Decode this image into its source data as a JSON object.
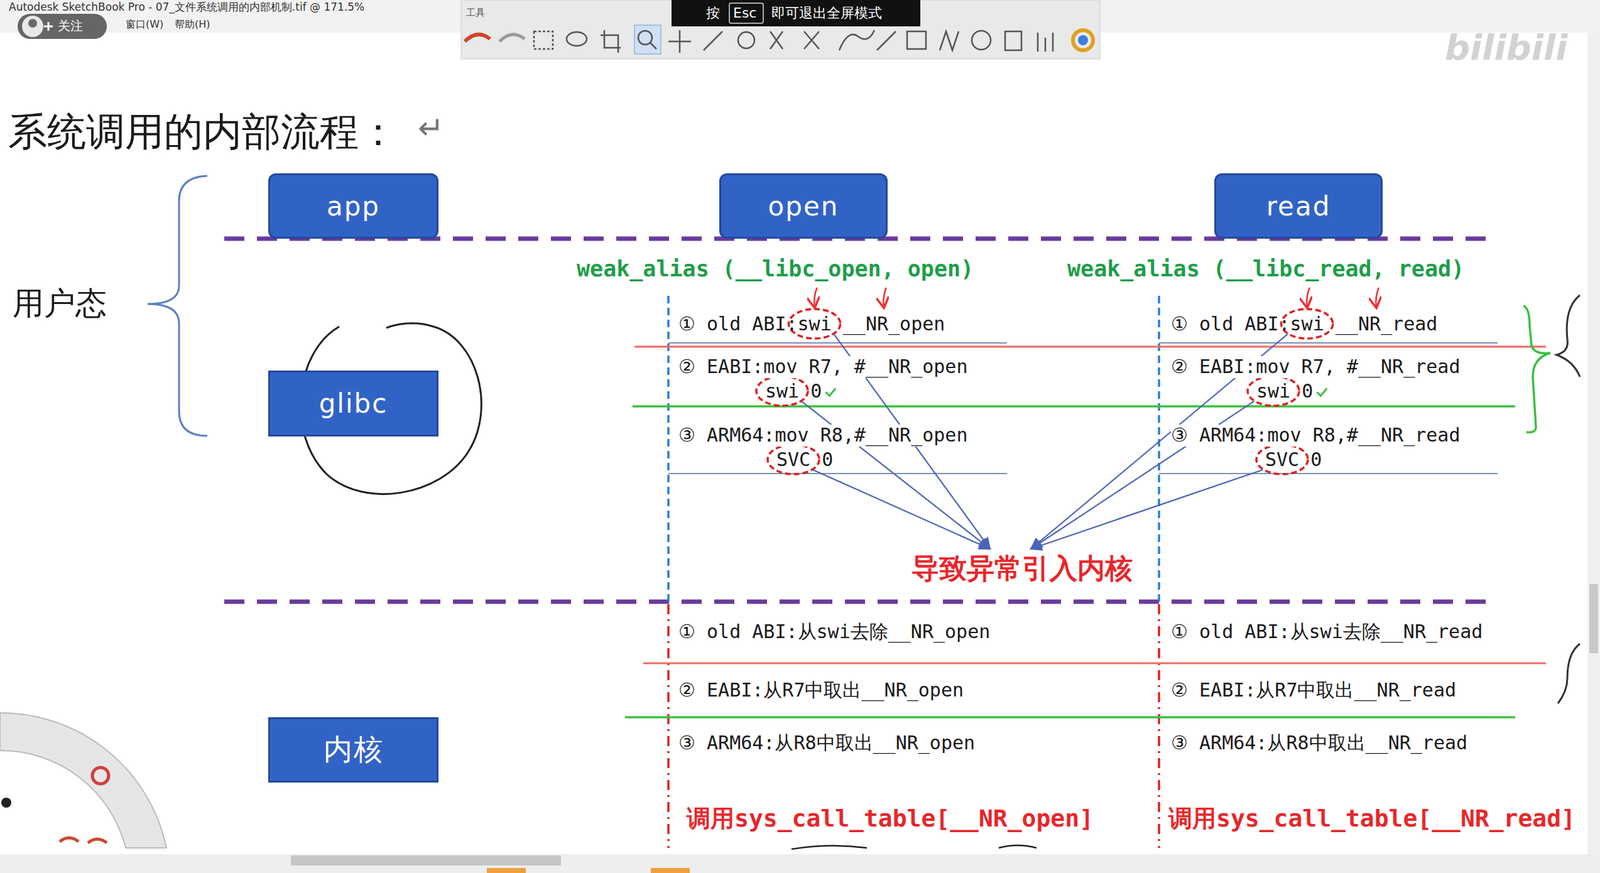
{
  "diagram": {
    "title": "系统调用的内部流程：",
    "nodes": [
      {
        "text": [
          "app"
        ]
      },
      {
        "text": [
          "open"
        ]
      },
      {
        "text": [
          "read"
        ]
      },
      {
        "text": [
          "glibc"
        ]
      },
      {
        "text": [
          "内核"
        ]
      }
    ],
    "labels": [
      "Autodesk SketchBook Pro - 07_文件系统调用的内部机制.tif @ 171.5%",
      "关注",
      "窗口(W)",
      "帮助(H)",
      "工具",
      "按",
      "Esc",
      "即可退出全屏模式",
      "bilibili",
      "↵",
      "用户态",
      "weak_alias (__libc_open, open)",
      "weak_alias (__libc_read, read)",
      "① old ABI:swi __NR_open",
      "② EABI:mov R7, #__NR_open",
      "swi 0",
      "③ ARM64:mov R8,#__NR_open",
      "SVC 0",
      "① old ABI:swi __NR_read",
      "② EABI:mov R7, #__NR_read",
      "swi 0",
      "③ ARM64:mov R8,#__NR_read",
      "SVC 0",
      "导致异常引入内核",
      "① old ABI:从swi去除__NR_open",
      "② EABI:从R7中取出__NR_open",
      "③ ARM64:从R8中取出__NR_open",
      "调用sys_call_table[__NR_open]",
      "① old ABI:从swi去除__NR_read",
      "② EABI:从R7中取出__NR_read",
      "③ ARM64:从R8中取出__NR_read",
      "调用sys_call_table[__NR_read]"
    ]
  }
}
